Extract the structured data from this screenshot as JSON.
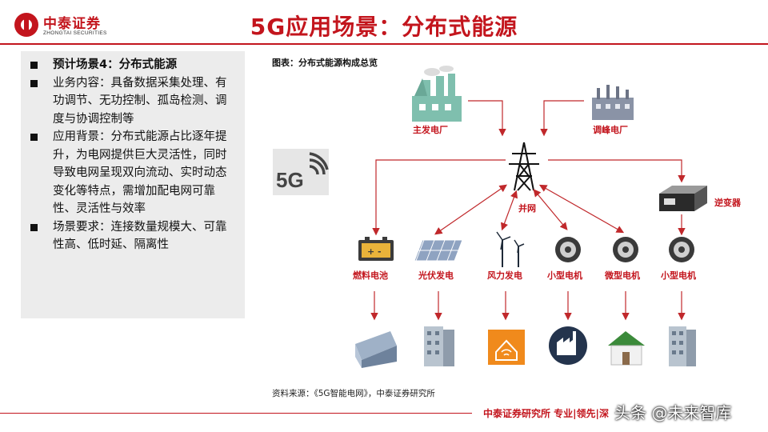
{
  "header": {
    "logo_cn": "中泰证券",
    "logo_en": "ZHONGTAI SECURITIES",
    "title": "5G应用场景：分布式能源"
  },
  "panel": {
    "items": [
      "预计场景4：分布式能源",
      "业务内容：具备数据采集处理、有功调节、无功控制、孤岛检测、调度与协调控制等",
      "应用背景：分布式能源占比逐年提升，为电网提供巨大灵活性，同时导致电网呈现双向流动、实时动态变化等特点，需增加配电网可靠性、灵活性与效率",
      "场景要求：连接数量规模大、可靠性高、低时延、隔离性"
    ]
  },
  "figure": {
    "title": "图表：分布式能源构成总览",
    "badge": "5G",
    "labels": {
      "main_plant": "主发电厂",
      "peak_plant": "调峰电厂",
      "grid": "并网",
      "inverter": "逆变器",
      "fuel_cell": "燃料电池",
      "solar": "光伏发电",
      "wind": "风力发电",
      "small_gen_1": "小型电机",
      "micro_gen": "微型电机",
      "small_gen_2": "小型电机"
    },
    "source": "资料来源：《5G智能电网》，中泰证券研究所"
  },
  "footer": {
    "text": "中泰证券研究所 专业|领先|深",
    "watermark": "头条 @未来智库"
  },
  "colors": {
    "brand_red": "#c3151d",
    "panel_gray": "#ececec",
    "plant_teal": "#7fbfae",
    "arrow_red": "#c0282b"
  }
}
